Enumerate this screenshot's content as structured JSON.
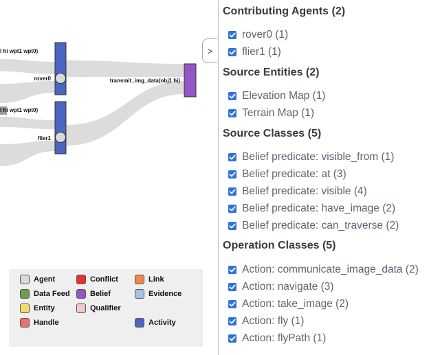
{
  "graph": {
    "nodes": {
      "top_left_label": "l hi wpt1 wpt0)",
      "mid_left_label": "l hi wpt1 wpt0)",
      "rover": "rover0",
      "flier": "flier1",
      "transmit": "transmit_img_data(obj1 hi)"
    },
    "colors": {
      "activity": "#4a66c0",
      "belief": "#9257c4",
      "agent": "#d9d9d9",
      "flow": "#dcdcdc"
    }
  },
  "legend": {
    "items": [
      {
        "label": "Agent",
        "color": "#d9d9d9"
      },
      {
        "label": "Conflict",
        "color": "#e3342f"
      },
      {
        "label": "Link",
        "color": "#f0884a"
      },
      {
        "label": "Data Feed",
        "color": "#6b9e4a"
      },
      {
        "label": "Belief",
        "color": "#9257c4"
      },
      {
        "label": "Evidence",
        "color": "#a6c1e8"
      },
      {
        "label": "Entity",
        "color": "#f3dc6e"
      },
      {
        "label": "Qualifier",
        "color": "#f2c9c9"
      },
      {
        "label": "Handle",
        "color": "#ee6e6e"
      },
      {
        "label": "Activity",
        "color": "#4a66c0"
      }
    ]
  },
  "panel": {
    "toggle": ">",
    "sections": [
      {
        "title": "Contributing Agents (2)",
        "items": [
          "rover0 (1)",
          "flier1 (1)"
        ]
      },
      {
        "title": "Source Entities (2)",
        "items": [
          "Elevation Map (1)",
          "Terrain Map (1)"
        ]
      },
      {
        "title": "Source Classes (5)",
        "items": [
          "Belief predicate: visible_from (1)",
          "Belief predicate: at (3)",
          "Belief predicate: visible (4)",
          "Belief predicate: have_image (2)",
          "Belief predicate: can_traverse (2)"
        ]
      },
      {
        "title": "Operation Classes (5)",
        "items": [
          "Action: communicate_image_data (2)",
          "Action: navigate (3)",
          "Action: take_image (2)",
          "Action: fly (1)",
          "Action: flyPath (1)"
        ]
      }
    ]
  }
}
